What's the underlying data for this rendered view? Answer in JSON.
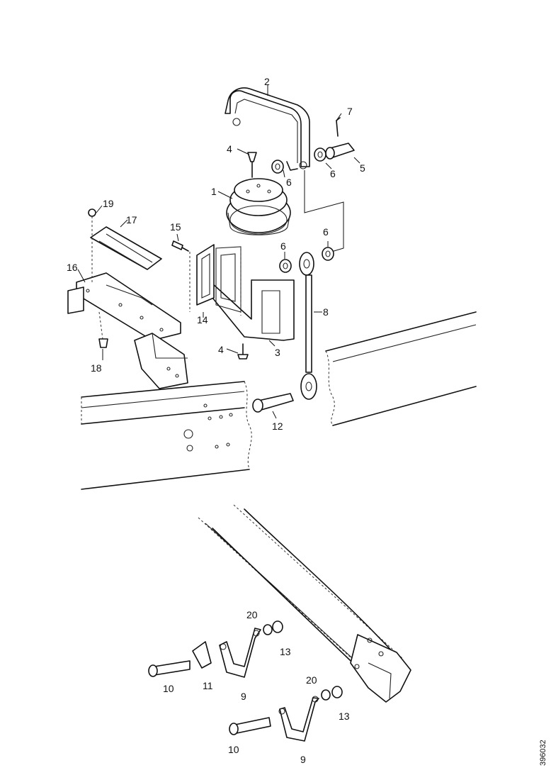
{
  "diagram": {
    "callouts": [
      {
        "id": "c2a",
        "text": "2"
      },
      {
        "id": "c7a",
        "text": "7"
      },
      {
        "id": "c4a",
        "text": "4"
      },
      {
        "id": "c6a",
        "text": "6"
      },
      {
        "id": "c6b",
        "text": "6"
      },
      {
        "id": "c5a",
        "text": "5"
      },
      {
        "id": "c1a",
        "text": "1"
      },
      {
        "id": "c19a",
        "text": "19"
      },
      {
        "id": "c17a",
        "text": "17"
      },
      {
        "id": "c15a",
        "text": "15"
      },
      {
        "id": "c6c",
        "text": "6"
      },
      {
        "id": "c6d",
        "text": "6"
      },
      {
        "id": "c16a",
        "text": "16"
      },
      {
        "id": "c8a",
        "text": "8"
      },
      {
        "id": "c14a",
        "text": "14"
      },
      {
        "id": "c4b",
        "text": "4"
      },
      {
        "id": "c3a",
        "text": "3"
      },
      {
        "id": "c18a",
        "text": "18"
      },
      {
        "id": "c12a",
        "text": "12"
      },
      {
        "id": "c20a",
        "text": "20"
      },
      {
        "id": "c13a",
        "text": "13"
      },
      {
        "id": "c10a",
        "text": "10"
      },
      {
        "id": "c11a",
        "text": "11"
      },
      {
        "id": "c9a",
        "text": "9"
      },
      {
        "id": "c20b",
        "text": "20"
      },
      {
        "id": "c13b",
        "text": "13"
      },
      {
        "id": "c10b",
        "text": "10"
      },
      {
        "id": "c9b",
        "text": "9"
      }
    ],
    "drawing_number": "396032"
  }
}
